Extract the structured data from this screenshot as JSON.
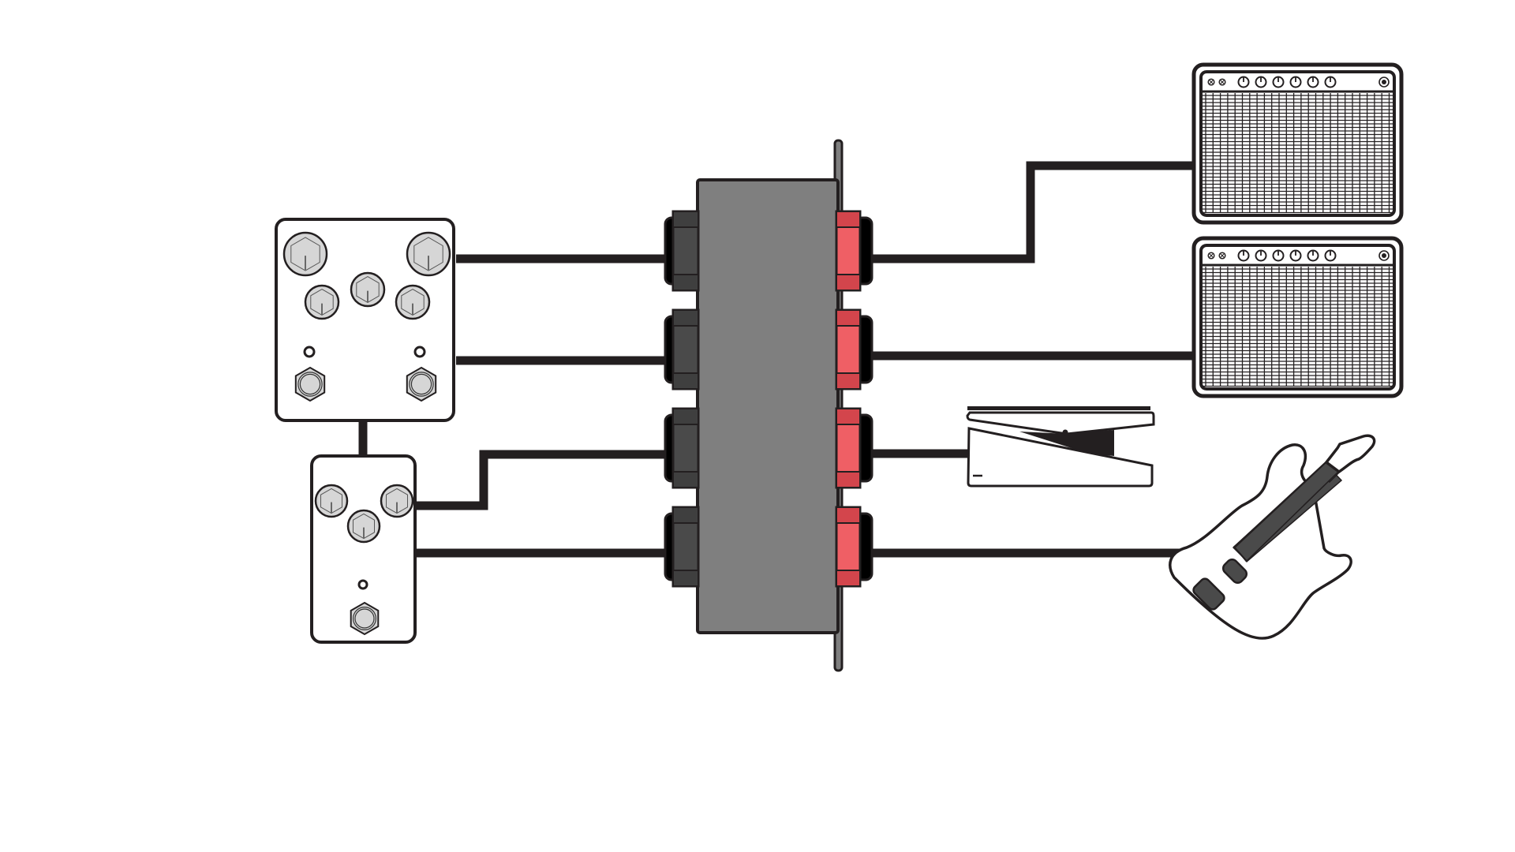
{
  "colors": {
    "background": "#ffffff",
    "cable": "#231f20",
    "outline": "#231f20",
    "box_body": "#7f7f7f",
    "input_jack": "#4a4a4a",
    "input_jack_cap": "#3f3f3f",
    "output_jack": "#ef5f65",
    "output_jack_cap": "#d3454c",
    "knob_fill": "#d6d6d6",
    "pedal_fill": "#ffffff",
    "guitar_neck": "#4a4a4a",
    "pickup": "#4a4a4a"
  },
  "diagram": {
    "kind": "signal-routing",
    "junction_box": {
      "inputs": 4,
      "outputs": 4
    },
    "devices": [
      {
        "id": "dual-pedal",
        "type": "effects-pedal",
        "knobs": 5,
        "footswitches": 2,
        "leds": 2
      },
      {
        "id": "single-pedal",
        "type": "effects-pedal",
        "knobs": 3,
        "footswitches": 1,
        "leds": 1
      },
      {
        "id": "amp-1",
        "type": "amplifier",
        "panel_knobs": 6,
        "jacks": 2
      },
      {
        "id": "amp-2",
        "type": "amplifier",
        "panel_knobs": 6,
        "jacks": 2
      },
      {
        "id": "expression-pedal",
        "type": "expression-pedal"
      },
      {
        "id": "electric-guitar",
        "type": "guitar",
        "pickups": 2
      }
    ],
    "connections": [
      {
        "from": "junction-input-1",
        "to": "dual-pedal"
      },
      {
        "from": "junction-input-2",
        "to": "dual-pedal"
      },
      {
        "from": "junction-input-3",
        "to": "single-pedal"
      },
      {
        "from": "junction-input-4",
        "to": "single-pedal"
      },
      {
        "from": "dual-pedal",
        "to": "single-pedal"
      },
      {
        "from": "junction-output-1",
        "to": "amp-1"
      },
      {
        "from": "junction-output-2",
        "to": "amp-2"
      },
      {
        "from": "junction-output-3",
        "to": "expression-pedal"
      },
      {
        "from": "junction-output-4",
        "to": "electric-guitar"
      }
    ]
  }
}
